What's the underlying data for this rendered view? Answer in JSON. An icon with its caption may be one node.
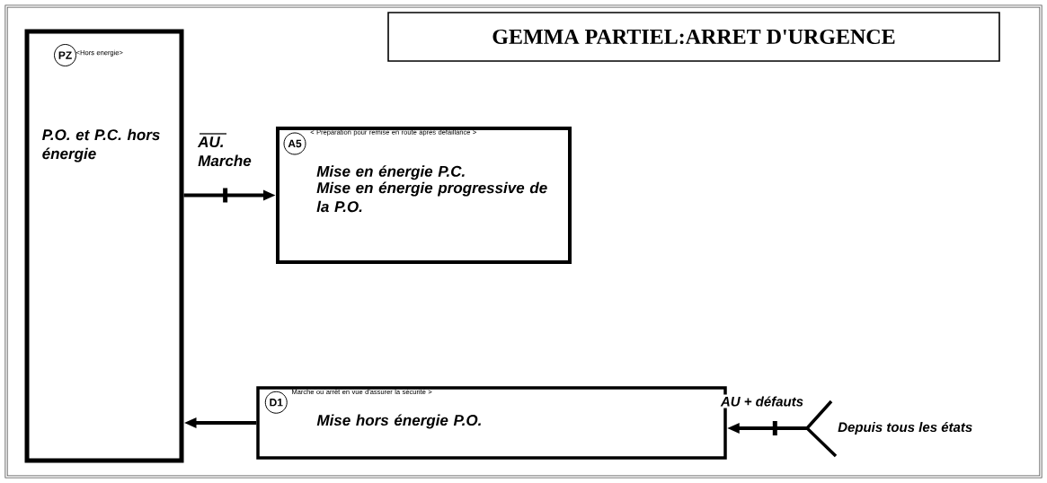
{
  "diagram": {
    "title": "GEMMA PARTIEL:ARRET D'URGENCE",
    "nodes": [
      {
        "text": [
          "<Hors energie>",
          "P.O. et P.C. hors énergie"
        ]
      },
      {
        "text": [
          "PZ"
        ],
        "in": 0
      },
      {
        "text": [
          "< Préparation pour remise en route après défaillance >",
          "Mise en énergie P.C.",
          "Mise en énergie progressive de la P.O."
        ]
      },
      {
        "text": [
          "A5"
        ],
        "in": 2
      },
      {
        "text": [
          "Marche ou arrêt en vue d'assurer la sécurité >",
          "Mise hors énergie P.O."
        ]
      },
      {
        "text": [
          "D1"
        ],
        "in": 4
      },
      {
        "text": [
          "Depuis tous les états"
        ]
      }
    ],
    "edges": [
      {
        "from": 0,
        "to": 2,
        "arrow": "to",
        "label": "AU. Marche"
      },
      {
        "from": 4,
        "to": 0,
        "arrow": "to"
      },
      {
        "from": 6,
        "to": 4,
        "arrow": "to",
        "label": "AU + défauts"
      }
    ]
  }
}
